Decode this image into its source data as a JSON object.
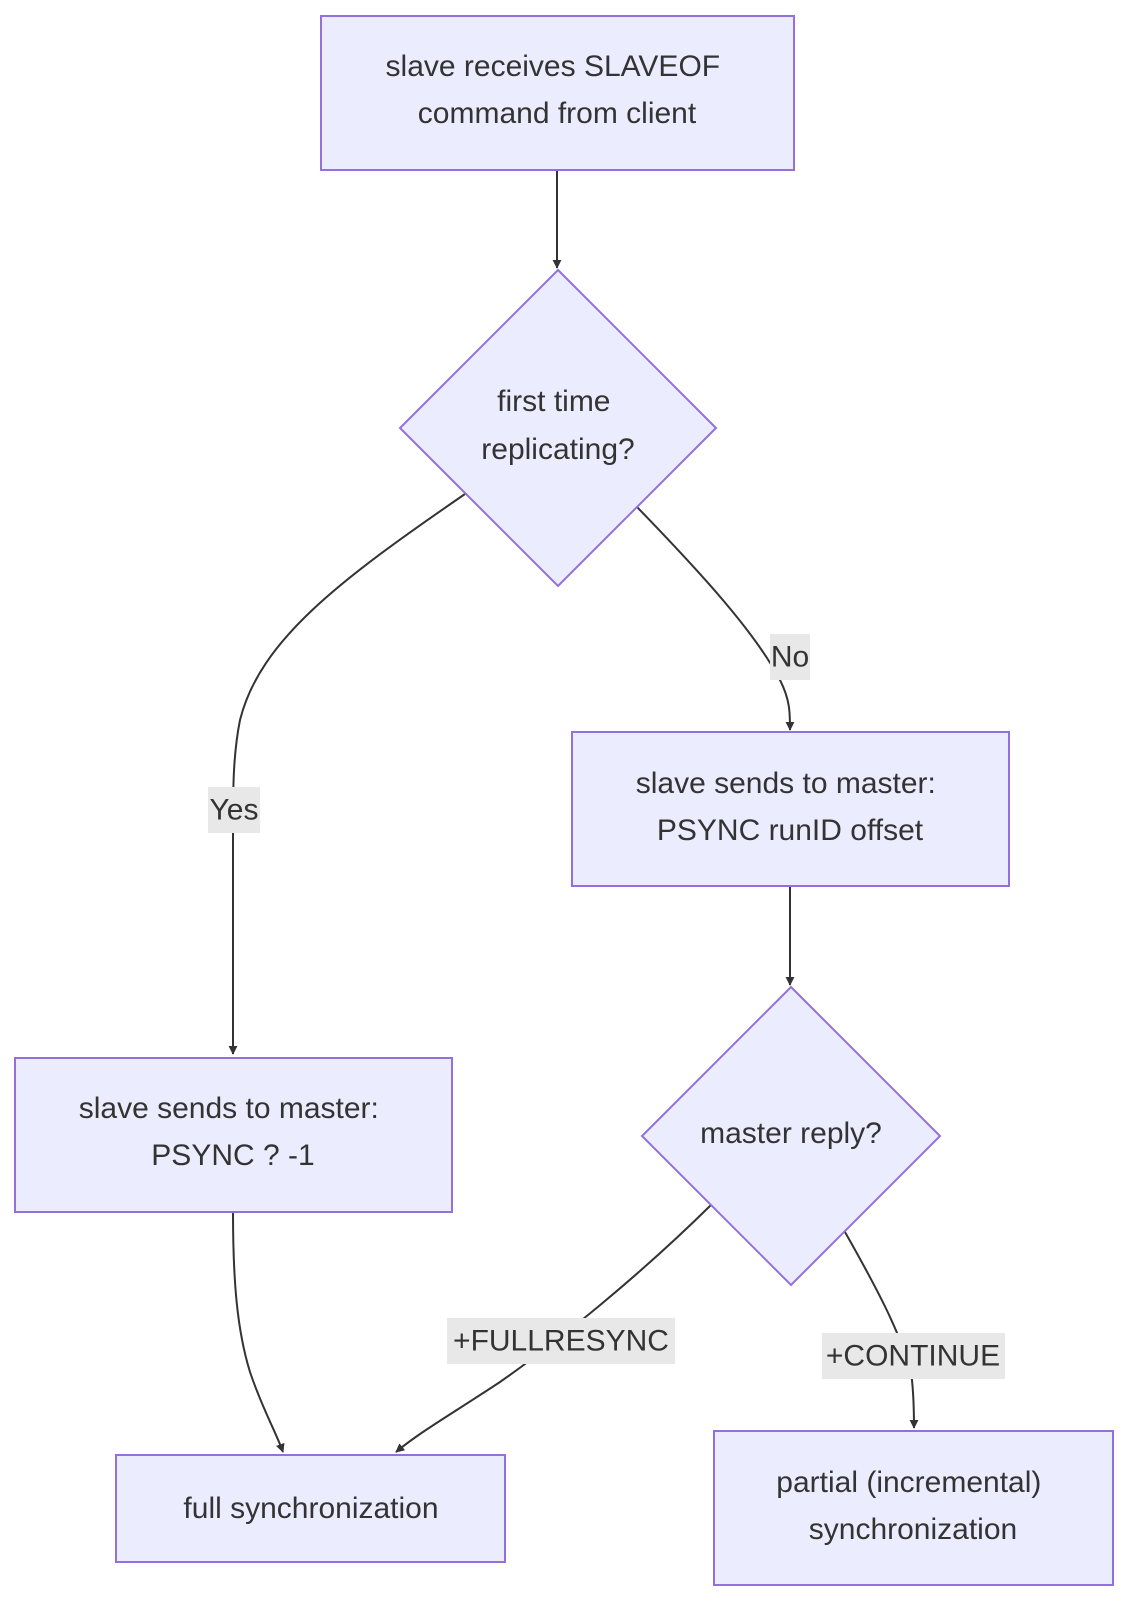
{
  "nodes": {
    "start": {
      "lines": [
        "slave receives SLAVEOF",
        "command from client"
      ]
    },
    "first_time": {
      "lines": [
        "first time",
        "replicating?"
      ]
    },
    "psync_full": {
      "lines": [
        "slave sends to master:",
        "PSYNC ? -1"
      ]
    },
    "psync_partial": {
      "lines": [
        "slave sends to master:",
        "PSYNC runID offset"
      ]
    },
    "master_reply": {
      "lines": [
        "master reply?"
      ]
    },
    "full_sync": {
      "lines": [
        "full synchronization"
      ]
    },
    "partial_sync": {
      "lines": [
        "partial (incremental)",
        "synchronization"
      ]
    }
  },
  "edges": {
    "yes": {
      "label": "Yes"
    },
    "no": {
      "label": "No"
    },
    "fullresync": {
      "label": "+FULLRESYNC"
    },
    "continue": {
      "label": "+CONTINUE"
    }
  },
  "colors": {
    "node_fill": "#ECECFF",
    "node_stroke": "#9370DB",
    "edge": "#333333",
    "edge_label_bg": "#E8E8E8",
    "text": "#333333"
  }
}
